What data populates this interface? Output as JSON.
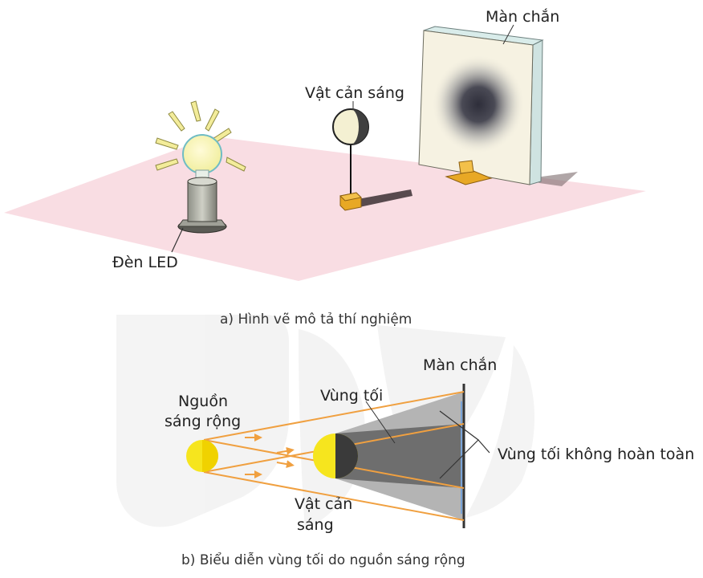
{
  "experiment": {
    "screen_label": "Màn chắn",
    "obstacle_label": "Vật cản sáng",
    "led_label": "Đèn LED",
    "caption": "a) Hình vẽ mô tả thí nghiệm"
  },
  "diagram": {
    "screen_label": "Màn chắn",
    "source_label_line1": "Nguồn",
    "source_label_line2": "sáng rộng",
    "umbra_label": "Vùng tối",
    "penumbra_label": "Vùng tối không hoàn toàn",
    "obstacle_label_line1": "Vật cản",
    "obstacle_label_line2": "sáng",
    "caption": "b) Biểu diễn vùng tối do nguồn sáng rộng"
  },
  "colors": {
    "floor": "#f9dde3",
    "ray": "#f0a040",
    "source": "#f6e51e",
    "umbra": "#6e6e6e",
    "penumbra": "#b4b4b4",
    "screen_panel": "#f6f2e2",
    "screen_edge": "#cfe3e1",
    "block": "#e8a825"
  }
}
